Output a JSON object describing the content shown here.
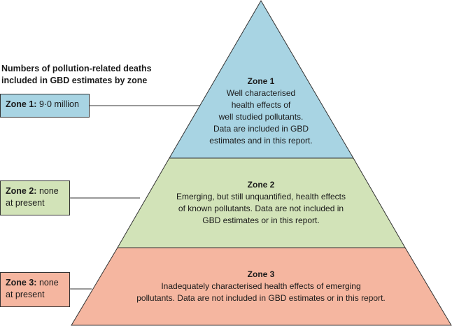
{
  "heading": {
    "line1": "Numbers of pollution-related deaths",
    "line2": "included in GBD estimates by zone"
  },
  "colors": {
    "zone1": "#a8d4e3",
    "zone2": "#d2e3b8",
    "zone3": "#f5b6a0",
    "outline": "#333333"
  },
  "boxes": [
    {
      "label": "Zone 1:",
      "lines": [
        "9·0 million"
      ]
    },
    {
      "label": "Zone 2:",
      "lines": [
        "none",
        "at present"
      ]
    },
    {
      "label": "Zone 3:",
      "lines": [
        "none",
        "at present"
      ]
    }
  ],
  "zones": [
    {
      "title": "Zone 1",
      "lines": [
        "Well characterised",
        "health effects of",
        "well studied pollutants.",
        "Data are included in GBD",
        "estimates and in this report."
      ]
    },
    {
      "title": "Zone 2",
      "lines": [
        "Emerging, but still unquantified, health effects",
        "of known pollutants. Data are not included in",
        "GBD estimates or in this report."
      ]
    },
    {
      "title": "Zone 3",
      "lines": [
        "Inadequately characterised health effects of emerging",
        "pollutants. Data are not included in GBD estimates or in this report."
      ]
    }
  ]
}
